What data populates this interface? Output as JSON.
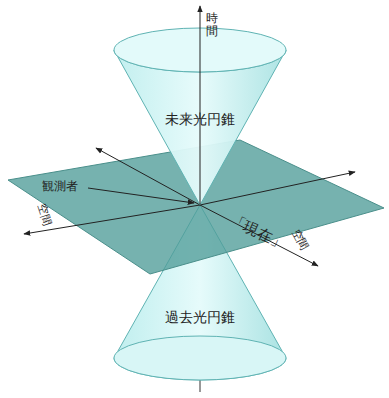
{
  "diagram": {
    "labels": [
      "時間",
      "未来光円錐",
      "観測者",
      "空間",
      "「現在」",
      "空間",
      "過去光円錐"
    ]
  }
}
